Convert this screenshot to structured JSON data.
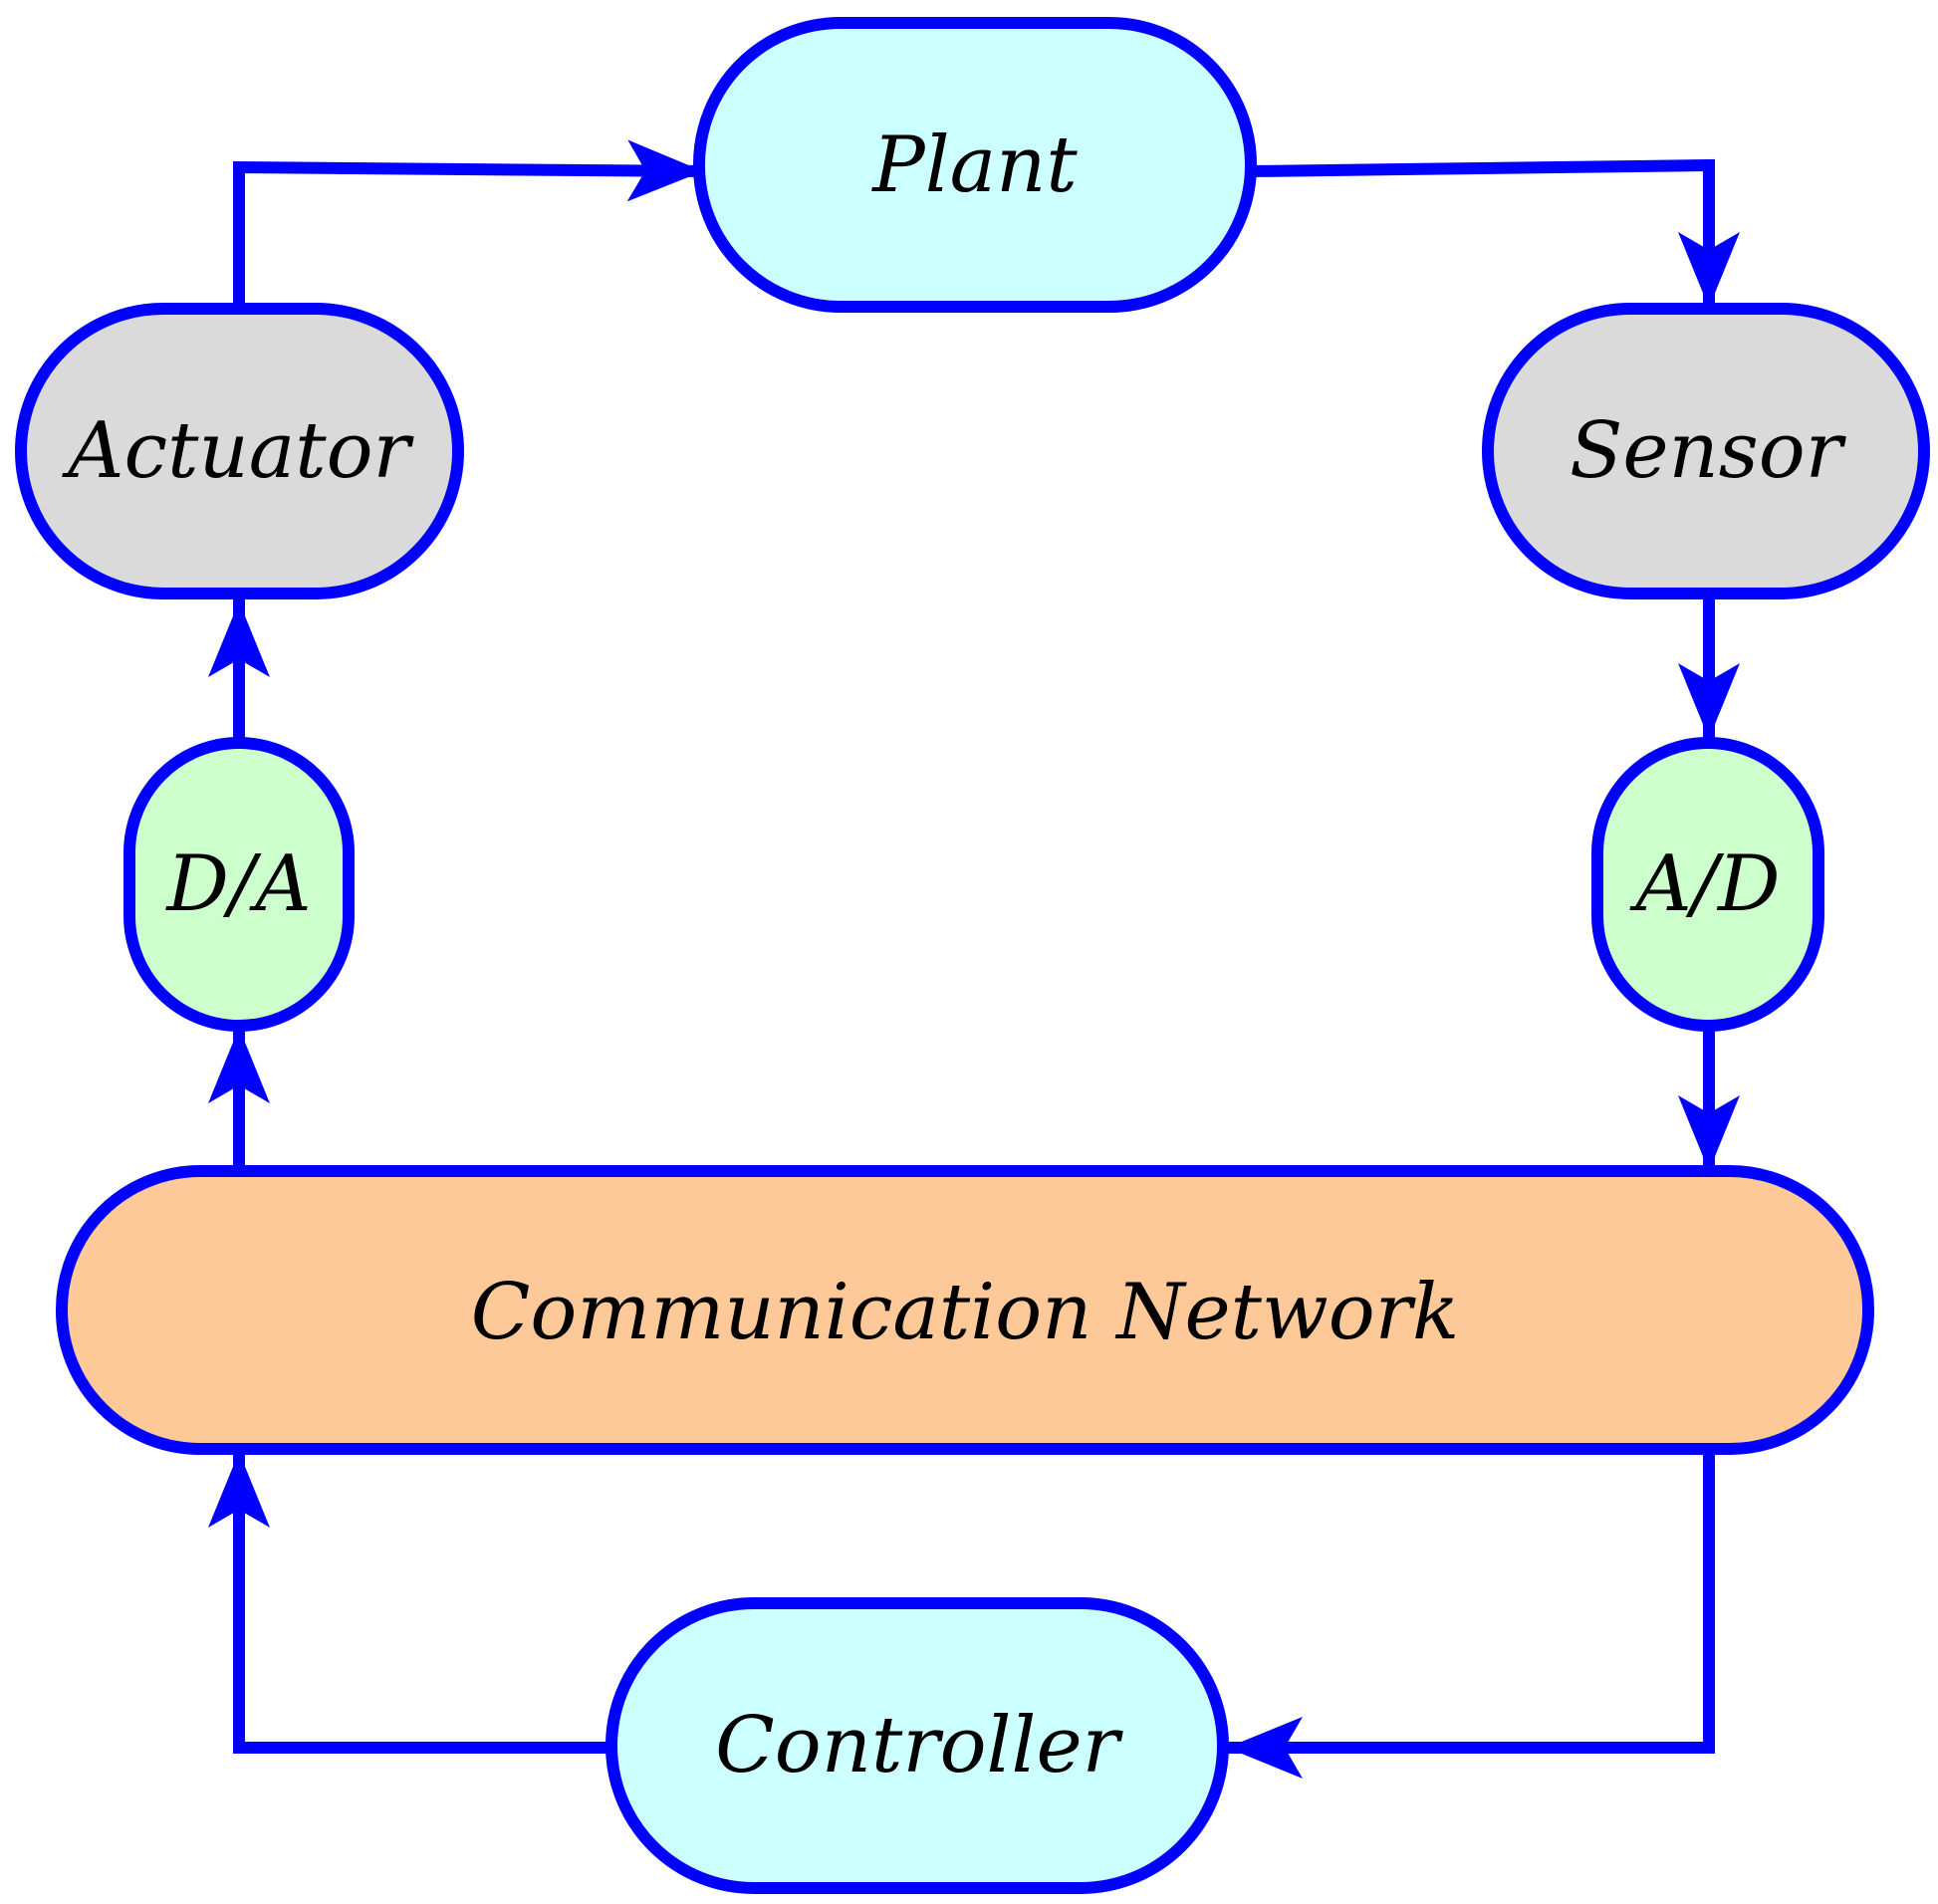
{
  "colors": {
    "stroke": "#0000ff",
    "plant_fill": "#ccffff",
    "controller_fill": "#ccffff",
    "actuator_fill": "#dadada",
    "sensor_fill": "#dadada",
    "converter_fill": "#ccffcc",
    "network_fill": "#fdc998",
    "text": "#000000"
  },
  "nodes": {
    "plant": "Plant",
    "actuator": "Actuator",
    "sensor": "Sensor",
    "da": "D/A",
    "ad": "A/D",
    "network": "Communication Network",
    "controller": "Controller"
  },
  "icons": {
    "arrowhead": "filled-triangle-arrowhead-icon"
  }
}
